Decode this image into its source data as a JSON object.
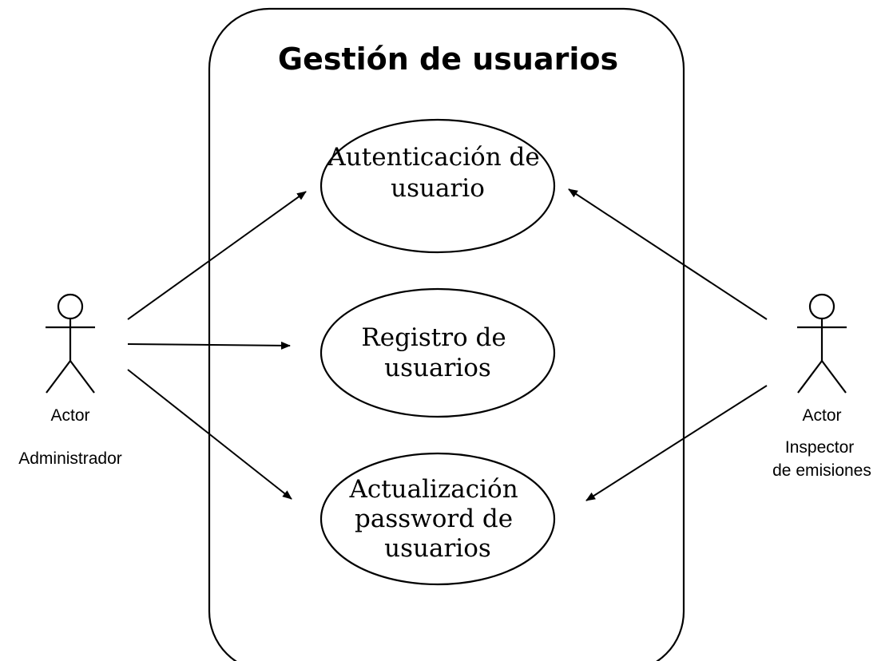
{
  "system": {
    "title": "Gestión de usuarios"
  },
  "use_cases": [
    {
      "lines": [
        "Autenticación de",
        "usuario"
      ]
    },
    {
      "lines": [
        "Registro de",
        "usuarios"
      ]
    },
    {
      "lines": [
        "Actualización",
        "password de",
        "usuarios"
      ]
    }
  ],
  "actors": [
    {
      "type_label": "Actor",
      "role_lines": [
        "Administrador"
      ]
    },
    {
      "type_label": "Actor",
      "role_lines": [
        "Inspector",
        "de emisiones"
      ]
    }
  ],
  "colors": {
    "stroke": "#000000",
    "background": "#ffffff"
  }
}
